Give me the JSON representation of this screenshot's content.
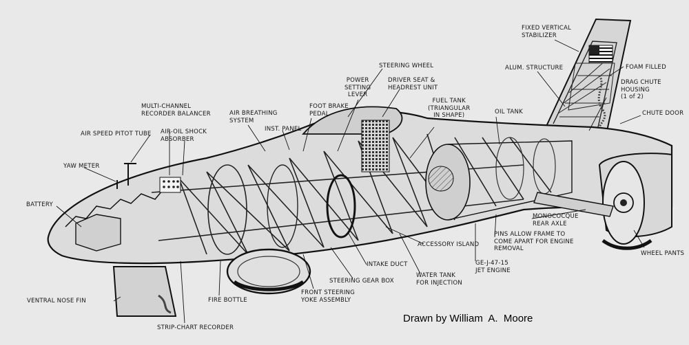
{
  "labels": {
    "fixed_vertical_stabilizer": "FIXED VERTICAL\nSTABILIZER",
    "steering_wheel": "STEERING WHEEL",
    "alum_structure": "ALUM. STRUCTURE",
    "foam_filled": "FOAM FILLED",
    "drag_chute_housing": "DRAG CHUTE\nHOUSING\n(1 of 2)",
    "chute_door": "CHUTE DOOR",
    "power_setting_lever": "POWER\nSETTING\nLEVER",
    "driver_seat": "DRIVER SEAT &\nHEADREST UNIT",
    "fuel_tank": "FUEL TANK\n(TRIANGULAR\nIN SHAPE)",
    "oil_tank": "OIL TANK",
    "multi_channel": "MULTI-CHANNEL\nRECORDER BALANCER",
    "foot_brake_pedal": "FOOT BRAKE\nPEDAL",
    "air_breathing_system": "AIR BREATHING\nSYSTEM",
    "inst_panel": "INST. PANEL",
    "air_speed_pitot_tube": "AIR SPEED PITOT TUBE",
    "air_oil_shock_absorber": "AIR-OIL SHOCK\nABSORBER",
    "yaw_meter": "YAW METER",
    "battery": "BATTERY",
    "monocoque_rear_axle": "MONOCOCQUE\nREAR AXLE",
    "pins_allow_frame": "PINS ALLOW FRAME TO\nCOME APART FOR ENGINE\nREMOVAL",
    "accessory_island": "ACCESSORY ISLAND",
    "wheel_pants": "WHEEL PANTS",
    "intake_duct": "INTAKE DUCT",
    "ge_jet_engine": "GE-J-47-15\nJET ENGINE",
    "steering_gear_box": "STEERING GEAR BOX",
    "water_tank": "WATER TANK\nFOR INJECTION",
    "ventral_nose_fin": "VENTRAL NOSE FIN",
    "fire_bottle": "FIRE BOTTLE",
    "front_steering_yoke": "FRONT STEERING\nYOKE ASSEMBLY",
    "strip_chart_recorder": "STRIP-CHART RECORDER"
  },
  "credit": "Drawn by William  A.  Moore"
}
